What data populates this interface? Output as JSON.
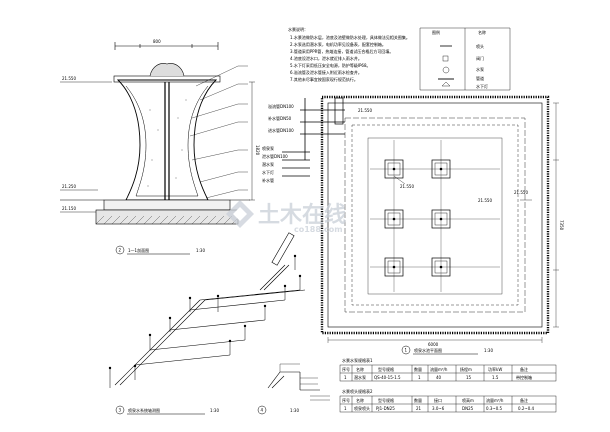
{
  "drawing": {
    "sections": {
      "s1": {
        "num": "1",
        "title": "喷泉水池平面图",
        "scale": "1:30"
      },
      "s2": {
        "num": "2",
        "title": "1—1剖面图",
        "scale": "1:30"
      },
      "s3": {
        "num": "3",
        "title": "喷泉水系统轴测图",
        "scale": "1:30"
      },
      "s4": {
        "num": "4",
        "title": "",
        "scale": "1:30"
      }
    },
    "dims": {
      "d_800": "800",
      "d_1820": "1820",
      "d_6000": "6000",
      "d_7350": "7350"
    },
    "elevations": {
      "e1": "21.550",
      "e2": "21.250",
      "e3": "21.150",
      "e4": "21.550",
      "e5": "21.550",
      "e6": "21.550",
      "e7": "21.550"
    },
    "plan_labels": [
      "溢流管DN100",
      "补水管DN50",
      "进水管DN100",
      "喷泉泵",
      "泄水管DN100",
      "潜水泵",
      "水下灯",
      "补水管"
    ],
    "notes": {
      "title": "水景说明：",
      "lines": [
        "1.水景池做防水层，池底及池壁做防水处理，具体做法见相关图集。",
        "2.水泵选用潜水泵，电机功率见设备表，配套控制箱。",
        "3.管道采用PPR管，热熔连接，管道试压合格后方可回填。",
        "4.池底设泄水口，泄水就近排入雨水井。",
        "5.水下灯采用低压安全电源，防护等级IP68。",
        "6.溢流管及泄水管接入附近雨水检查井。",
        "7.其他未尽事宜按国家现行规范执行。"
      ]
    },
    "legend": {
      "headers": [
        "图例",
        "名称"
      ],
      "rows": [
        {
          "name": "喷头"
        },
        {
          "name": "阀门"
        },
        {
          "name": "水泵"
        },
        {
          "name": "管道"
        },
        {
          "name": "水下灯"
        }
      ]
    },
    "equip_table_1": {
      "title": "水景水泵规格表1",
      "headers": [
        "序号",
        "名称",
        "型号规格",
        "数量",
        "流量m³/h",
        "扬程m",
        "功率kW",
        "备注"
      ],
      "rows": [
        [
          "1",
          "潜水泵",
          "QS-40-15-1.5",
          "1",
          "40",
          "15",
          "1.5",
          "带控制箱"
        ]
      ]
    },
    "equip_table_2": {
      "title": "水景喷头规格表2",
      "headers": [
        "序号",
        "名称",
        "型号规格",
        "数量",
        "接口",
        "喷高m",
        "流量m³/h",
        "备注"
      ],
      "rows": [
        [
          "1",
          "喷泉喷头",
          "PJ1-DN25",
          "21",
          "3.0~6",
          "DN25",
          "0.3~0.5",
          "0.2~0.4"
        ]
      ]
    },
    "watermark": {
      "main": "土木在线",
      "sub": "co188.com"
    }
  }
}
